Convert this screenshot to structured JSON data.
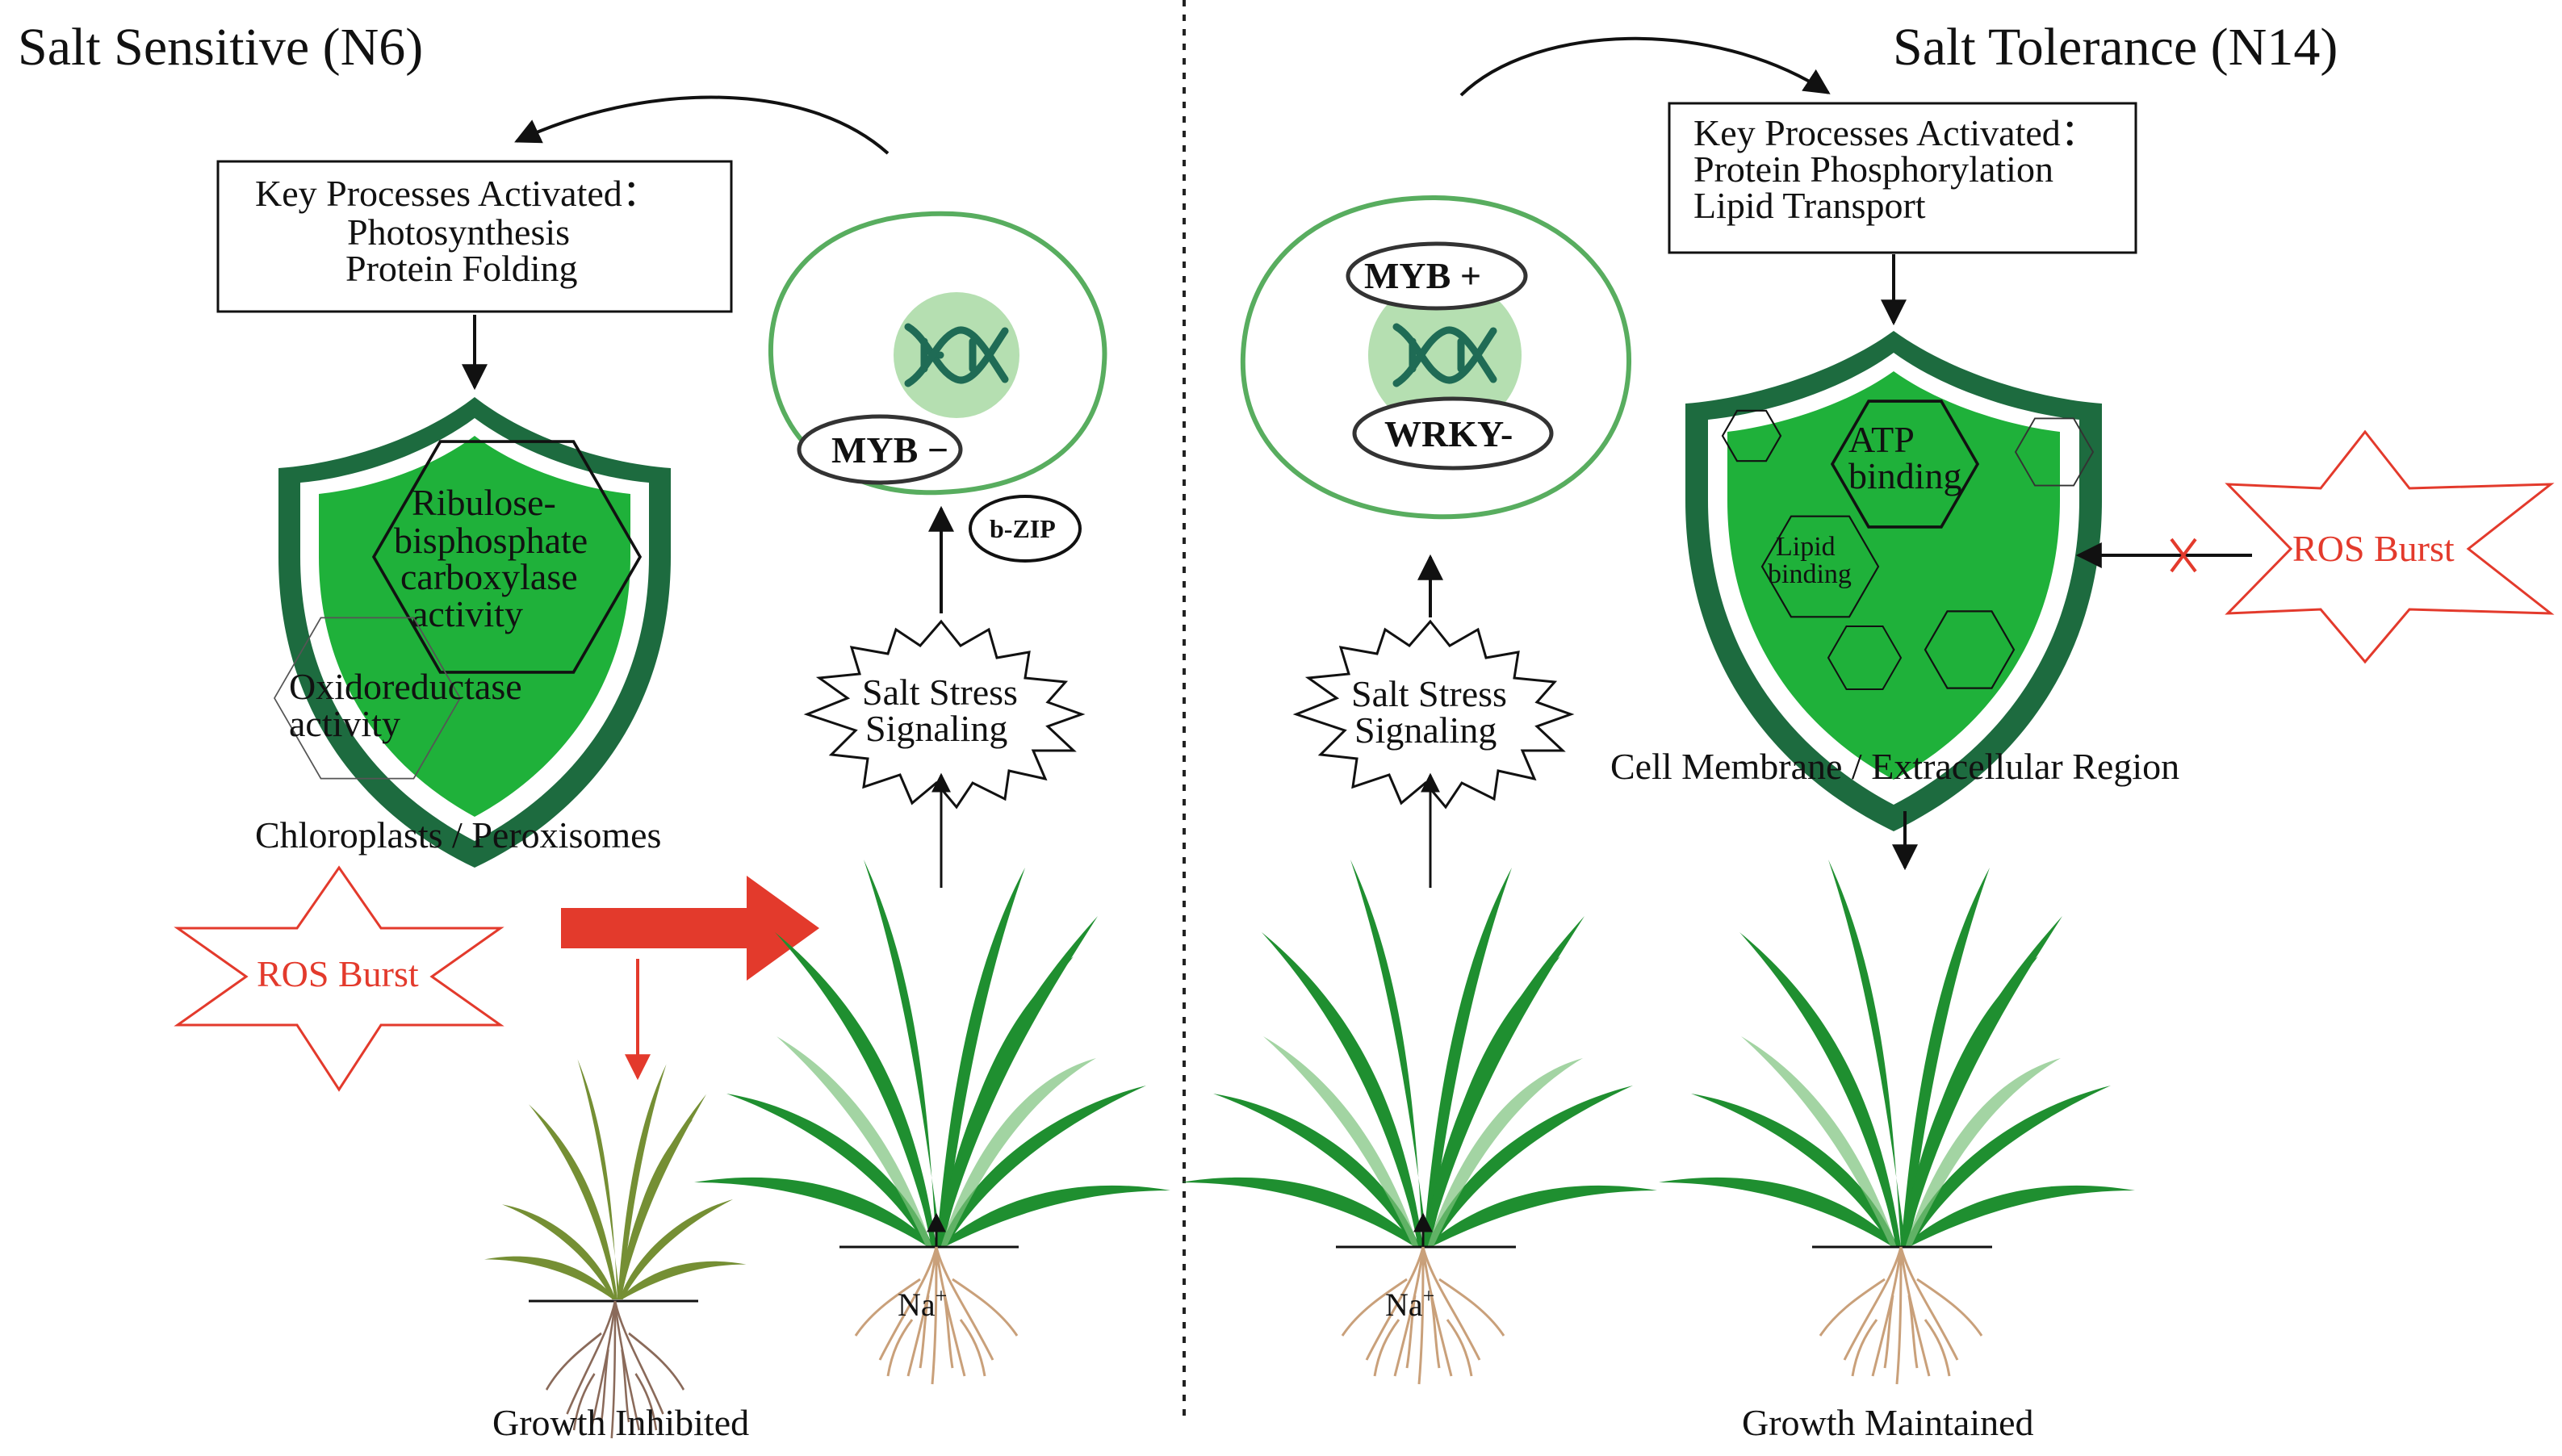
{
  "left": {
    "title": "Salt Sensitive (N6)",
    "box_heading": "Key Processes Activated：",
    "box_items": [
      "Photosynthesis",
      "Protein Folding"
    ],
    "hex_main_lines": [
      "Ribulose-",
      "bisphosphate",
      "carboxylase",
      "activity"
    ],
    "hex_small_lines": [
      "Oxidoreductase",
      "activity"
    ],
    "shield_caption": "Chloroplasts / Peroxisomes",
    "ros": "ROS Burst",
    "nucleus_tf": "MYB −",
    "bzip": "b-ZIP",
    "signal_lines": [
      "Salt Stress",
      "Signaling"
    ],
    "na_base": "Na",
    "na_sup": "+",
    "growth": "Growth Inhibited"
  },
  "right": {
    "title": "Salt Tolerance (N14)",
    "box_heading": "Key Processes Activated：",
    "box_items": [
      "Protein Phosphorylation",
      "Lipid Transport"
    ],
    "hex_atp_lines": [
      "ATP",
      "binding"
    ],
    "hex_lipid_lines": [
      "Lipid",
      "binding"
    ],
    "shield_caption": "Cell Membrane / Extracellular Region",
    "ros": "ROS Burst",
    "tf_top": "MYB +",
    "tf_bottom": "WRKY-",
    "signal_lines": [
      "Salt Stress",
      "Signaling"
    ],
    "na_base": "Na",
    "na_sup": "+",
    "growth": "Growth Maintained"
  },
  "colors": {
    "shield_dark": "#1d6b3f",
    "shield_fill": "#1fb13a",
    "ros_red": "#e33a2c",
    "nucleus_ring": "#58ad5f",
    "dna": "#1f6b55",
    "plant_green": "#1f8f30",
    "stressed_plant": "#6e8a2a",
    "root": "#c9a07a"
  }
}
